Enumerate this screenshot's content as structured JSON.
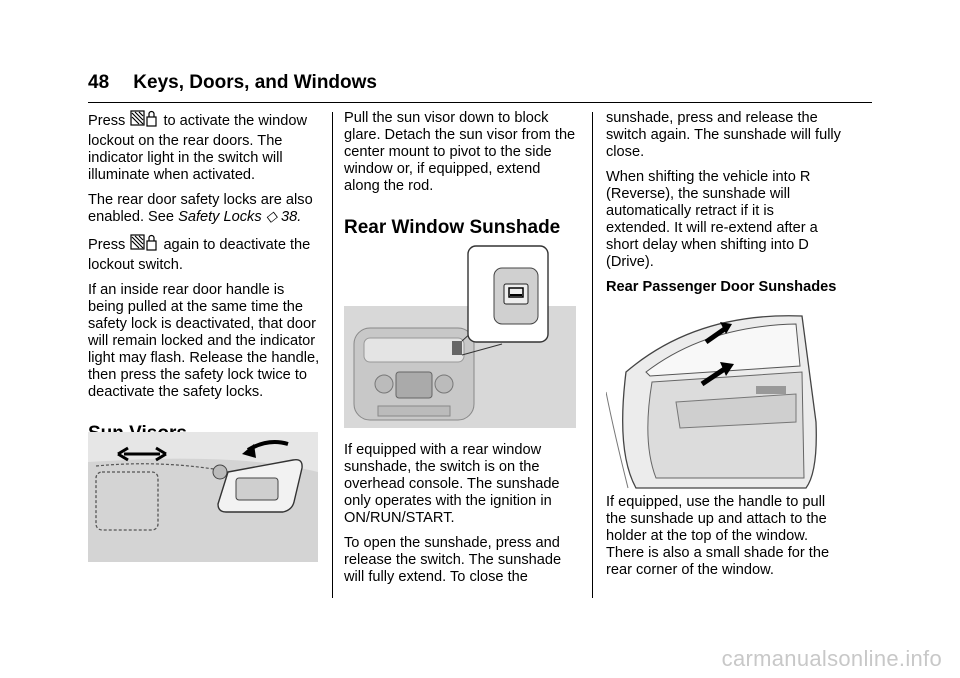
{
  "header": {
    "page_number": "48",
    "section_title": "Keys, Doors, and Windows"
  },
  "col1": {
    "p1_press": "Press",
    "p1_rest": "to activate the window lockout on the rear doors. The indicator light in the switch will illuminate when activated.",
    "p2_text": "The rear door safety locks are also enabled. See",
    "p2_link": "Safety Locks",
    "p2_ref": "◇ 38.",
    "p3_press": "Press",
    "p3_rest": "again to deactivate the lockout switch.",
    "p4": "If an inside rear door handle is being pulled at the same time the safety lock is deactivated, that door will remain locked and the indicator light may flash. Release the handle, then press the safety lock twice to deactivate the safety locks.",
    "heading_sun_visors": "Sun Visors"
  },
  "col2": {
    "p1": "Pull the sun visor down to block glare. Detach the sun visor from the center mount to pivot to the side window or, if equipped, extend along the rod.",
    "heading": "Rear Window Sunshade",
    "p2": "If equipped with a rear window sunshade, the switch is on the overhead console. The sunshade only operates with the ignition in ON/RUN/START.",
    "p3": "To open the sunshade, press and release the switch. The sunshade will fully extend. To close the"
  },
  "col3": {
    "p1": "sunshade, press and release the switch again. The sunshade will fully close.",
    "p2": "When shifting the vehicle into R (Reverse), the sunshade will automatically retract if it is extended. It will re-extend after a short delay when shifting into D (Drive).",
    "subhead": "Rear Passenger Door Sunshades",
    "p3": "If equipped, use the handle to pull the sunshade up and attach to the holder at the top of the window. There is also a small shade for the rear corner of the window."
  },
  "watermark": "carmanualsonline.info"
}
